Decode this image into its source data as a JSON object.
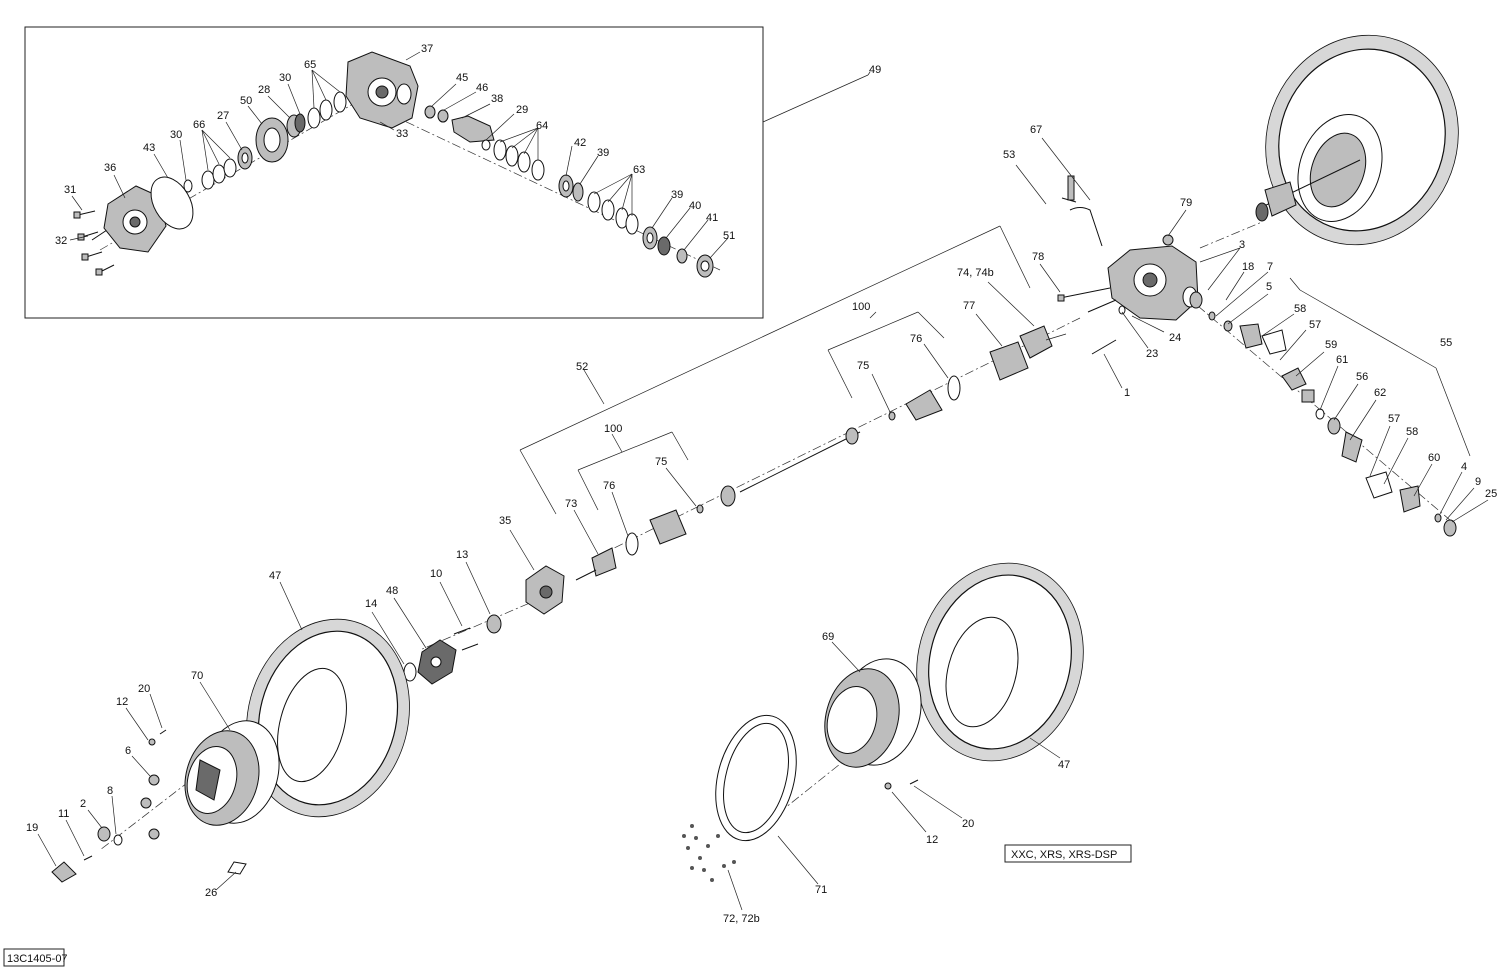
{
  "figure_code": "13C1405-07",
  "variant_note": "XXC, XRS, XRS-DSP",
  "callouts": [
    {
      "id": "c31",
      "text": "31"
    },
    {
      "id": "c36",
      "text": "36"
    },
    {
      "id": "c43",
      "text": "43"
    },
    {
      "id": "c30a",
      "text": "30"
    },
    {
      "id": "c66",
      "text": "66"
    },
    {
      "id": "c27",
      "text": "27"
    },
    {
      "id": "c50",
      "text": "50"
    },
    {
      "id": "c28",
      "text": "28"
    },
    {
      "id": "c30b",
      "text": "30"
    },
    {
      "id": "c65",
      "text": "65"
    },
    {
      "id": "c37",
      "text": "37"
    },
    {
      "id": "c33",
      "text": "33"
    },
    {
      "id": "c45",
      "text": "45"
    },
    {
      "id": "c46",
      "text": "46"
    },
    {
      "id": "c38",
      "text": "38"
    },
    {
      "id": "c29",
      "text": "29"
    },
    {
      "id": "c64",
      "text": "64"
    },
    {
      "id": "c42",
      "text": "42"
    },
    {
      "id": "c39a",
      "text": "39"
    },
    {
      "id": "c63",
      "text": "63"
    },
    {
      "id": "c39b",
      "text": "39"
    },
    {
      "id": "c40",
      "text": "40"
    },
    {
      "id": "c41",
      "text": "41"
    },
    {
      "id": "c51",
      "text": "51"
    },
    {
      "id": "c32",
      "text": "32"
    },
    {
      "id": "c49",
      "text": "49"
    },
    {
      "id": "c67",
      "text": "67"
    },
    {
      "id": "c53",
      "text": "53"
    },
    {
      "id": "c79",
      "text": "79"
    },
    {
      "id": "c78",
      "text": "78"
    },
    {
      "id": "c74",
      "text": "74, 74b"
    },
    {
      "id": "c3",
      "text": "3"
    },
    {
      "id": "c18",
      "text": "18"
    },
    {
      "id": "c7",
      "text": "7"
    },
    {
      "id": "c5",
      "text": "5"
    },
    {
      "id": "c24",
      "text": "24"
    },
    {
      "id": "c23",
      "text": "23"
    },
    {
      "id": "c1",
      "text": "1"
    },
    {
      "id": "c58a",
      "text": "58"
    },
    {
      "id": "c57a",
      "text": "57"
    },
    {
      "id": "c55",
      "text": "55"
    },
    {
      "id": "c59",
      "text": "59"
    },
    {
      "id": "c61",
      "text": "61"
    },
    {
      "id": "c56",
      "text": "56"
    },
    {
      "id": "c62",
      "text": "62"
    },
    {
      "id": "c57b",
      "text": "57"
    },
    {
      "id": "c58b",
      "text": "58"
    },
    {
      "id": "c60",
      "text": "60"
    },
    {
      "id": "c4",
      "text": "4"
    },
    {
      "id": "c9",
      "text": "9"
    },
    {
      "id": "c25",
      "text": "25"
    },
    {
      "id": "c100a",
      "text": "100"
    },
    {
      "id": "c77",
      "text": "77"
    },
    {
      "id": "c75a",
      "text": "75"
    },
    {
      "id": "c76a",
      "text": "76"
    },
    {
      "id": "c52",
      "text": "52"
    },
    {
      "id": "c100b",
      "text": "100"
    },
    {
      "id": "c75b",
      "text": "75"
    },
    {
      "id": "c76b",
      "text": "76"
    },
    {
      "id": "c73",
      "text": "73"
    },
    {
      "id": "c35",
      "text": "35"
    },
    {
      "id": "c13",
      "text": "13"
    },
    {
      "id": "c10",
      "text": "10"
    },
    {
      "id": "c48",
      "text": "48"
    },
    {
      "id": "c14",
      "text": "14"
    },
    {
      "id": "c47a",
      "text": "47"
    },
    {
      "id": "c70",
      "text": "70"
    },
    {
      "id": "c20a",
      "text": "20"
    },
    {
      "id": "c12a",
      "text": "12"
    },
    {
      "id": "c6",
      "text": "6"
    },
    {
      "id": "c8",
      "text": "8"
    },
    {
      "id": "c2",
      "text": "2"
    },
    {
      "id": "c11",
      "text": "11"
    },
    {
      "id": "c19",
      "text": "19"
    },
    {
      "id": "c26",
      "text": "26"
    },
    {
      "id": "c69",
      "text": "69"
    },
    {
      "id": "c47b",
      "text": "47"
    },
    {
      "id": "c12b",
      "text": "12"
    },
    {
      "id": "c20b",
      "text": "20"
    },
    {
      "id": "c71",
      "text": "71"
    },
    {
      "id": "c72",
      "text": "72, 72b"
    }
  ]
}
